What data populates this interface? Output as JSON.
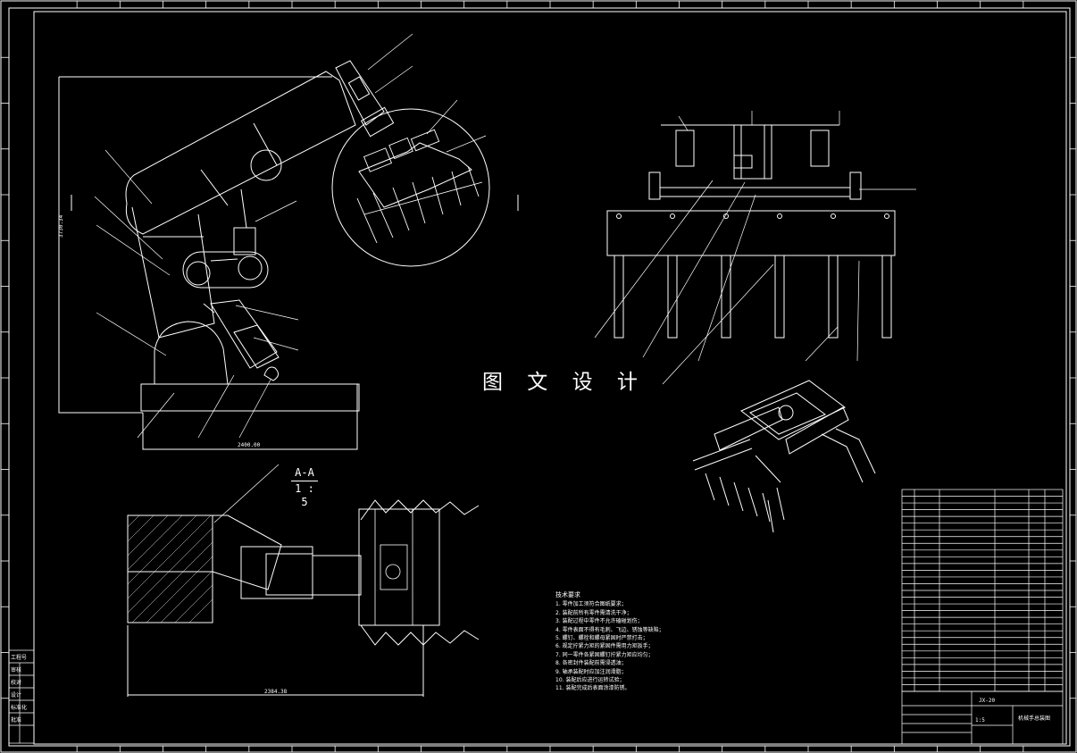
{
  "watermark": "图 文 设 计",
  "section_view": {
    "name": "A-A",
    "scale": "1 : 5"
  },
  "dimensions": {
    "arm_height": "3730.34",
    "base_width": "2400.00",
    "gripper_width": "2384.38",
    "bottom_scale_note": "1:5"
  },
  "tech_notes": {
    "title": "技术要求",
    "items": [
      "1. 零件加工须符合图纸要求；",
      "2. 装配前所有零件需清洗干净；",
      "3. 装配过程中零件不允许磕碰划伤；",
      "4. 零件表面不得有毛刺、飞边、锈蚀等缺陷；",
      "5. 螺钉、螺栓和螺母紧固时严禁打击；",
      "6. 规定拧紧力矩的紧固件需用力矩扳手；",
      "7. 同一零件各紧固螺钉拧紧力矩应均匀；",
      "8. 各密封件装配前需浸透油；",
      "9. 轴承装配时应加注润滑脂；",
      "10. 装配后应进行运转试验；",
      "11. 装配完成后表面涂漆防锈。"
    ]
  },
  "title_block": {
    "drawing_no": "JX-20",
    "drawing_title": "机械手总装图",
    "scale_ratio": "1:5"
  },
  "left_block_labels": [
    "工程号",
    "审核",
    "校对",
    "设计",
    "标准化",
    "批准"
  ]
}
